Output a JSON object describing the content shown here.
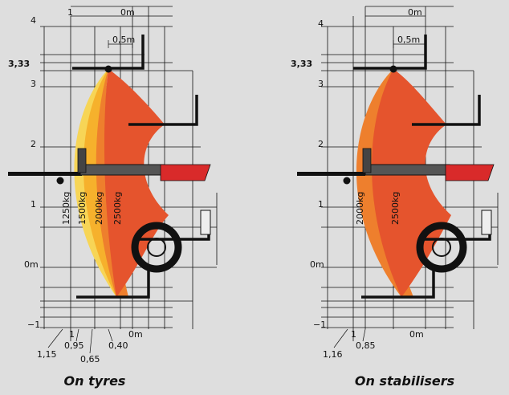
{
  "colors": {
    "background": "#dedede",
    "zone_1250": "#f7d556",
    "zone_1500": "#f6b12c",
    "zone_2000": "#ee7f2d",
    "zone_2500": "#e5542d",
    "boom_tip": "#d92a2a"
  },
  "left": {
    "caption": "On tyres",
    "top_labels": {
      "one": "1",
      "zero": "0m",
      "half": "0,5m"
    },
    "y_ticks": {
      "four": "4",
      "max": "3,33",
      "three": "3",
      "two": "2",
      "one": "1",
      "zero": "0m",
      "minus_one": "−1"
    },
    "bottom_labels": {
      "one": "1",
      "zero": "0m",
      "a": "1,15",
      "b": "0,95",
      "c": "0,65",
      "d": "0,40"
    },
    "zones": [
      "1250kg",
      "1500kg",
      "2000kg",
      "2500kg"
    ]
  },
  "right": {
    "caption": "On stabilisers",
    "top_labels": {
      "zero": "0m",
      "half": "0,5m"
    },
    "y_ticks": {
      "four": "4",
      "max": "3,33",
      "three": "3",
      "two": "2",
      "one": "1",
      "zero": "0m",
      "minus_one": "−1"
    },
    "bottom_labels": {
      "one": "1",
      "zero": "0m",
      "a": "1,16",
      "b": "0,85"
    },
    "zones": [
      "2000kg",
      "2500kg"
    ]
  }
}
